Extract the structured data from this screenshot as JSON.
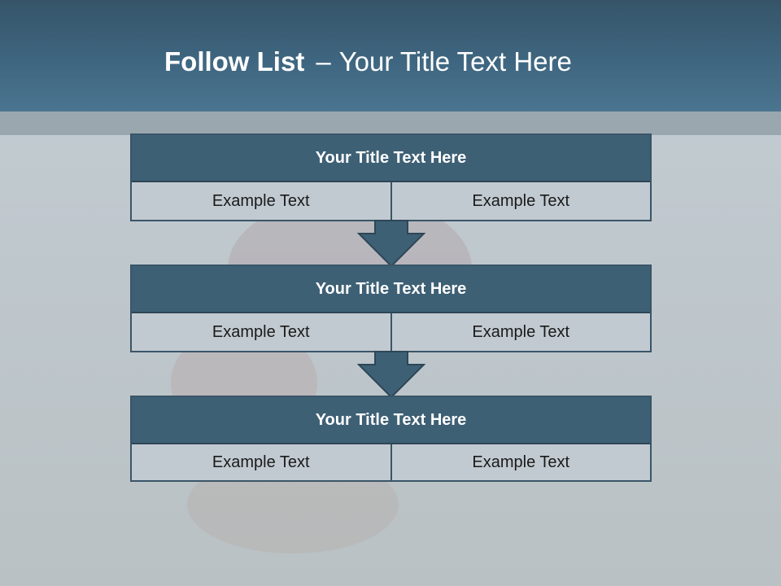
{
  "slide": {
    "title_bold": "Follow List",
    "title_separator": "–",
    "title_rest": "Your Title Text Here"
  },
  "steps": [
    {
      "title": "Your Title Text Here",
      "left": "Example Text",
      "right": "Example Text"
    },
    {
      "title": "Your Title Text Here",
      "left": "Example Text",
      "right": "Example Text"
    },
    {
      "title": "Your Title Text Here",
      "left": "Example Text",
      "right": "Example Text"
    }
  ],
  "colors": {
    "header": "#3f6680",
    "box_title": "#3e6075",
    "box_border": "#3a5568",
    "cell": "#c2cad1"
  }
}
